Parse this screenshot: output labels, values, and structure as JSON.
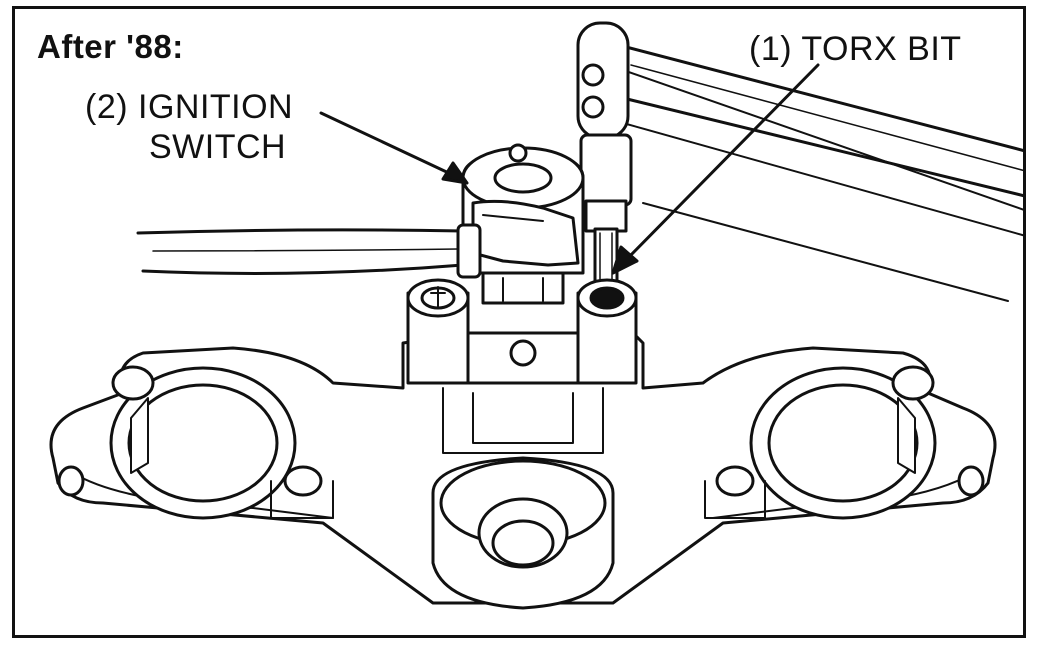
{
  "header": {
    "title": "After '88:"
  },
  "labels": {
    "torx_bit": "(1) TORX BIT",
    "ignition_switch_line1": "(2) IGNITION",
    "ignition_switch_line2": "SWITCH"
  },
  "colors": {
    "ink": "#111111",
    "paper": "#ffffff"
  }
}
